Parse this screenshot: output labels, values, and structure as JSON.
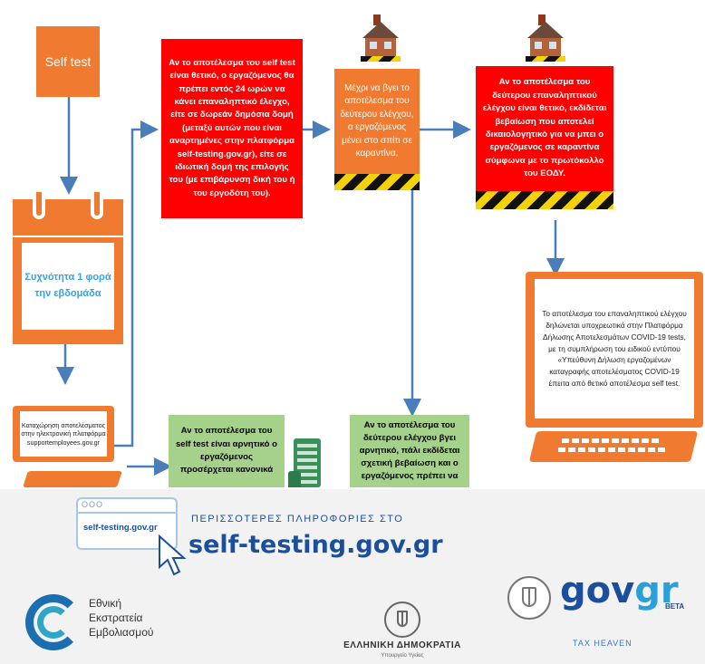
{
  "flow": {
    "self_test": "Self test",
    "frequency": "Συχνότητα 1 φορά την εβδομάδα",
    "registration": "Καταχώρηση αποτελέσματος στην ηλεκτρονική πλατφόρμα supportemployees.gov.gr",
    "positive_first": "Αν το αποτέλεσμα του self test είναι θετικό, ο εργαζόμενος θα πρέπει εντός 24 ωρών να κάνει επαναληπτικό έλεγχο, είτε σε δωρεάν δημόσια δομή (μεταξύ αυτών που είναι αναρτημένες στην πλατφόρμα self-testing.gov.gr), είτε σε ιδιωτική δομή της επιλογής του (με επιβάρυνση δική του ή του εργοδότη του).",
    "quarantine_wait": "Μέχρι να βγει το αποτέλεσμα του δεύτερου ελέγχου, ο εργαζόμενος μένει στο σπίτι σε καραντίνα.",
    "positive_second": "Αν το αποτέλεσμα του δεύτερου επαναληπτικού ελέγχου είναι θετικό, εκδίδεται βεβαίωση που αποτελεί δικαιολογητικό για να μπει ο εργαζόμενος σε καραντίνα σύμφωνα με το πρωτόκολλο του ΕΟΔΥ.",
    "declaration": "Το αποτέλεσμα του επαναληπτικού ελέγχου δηλώνεται υποχρεωτικά στην Πλατφόρμα Δήλωσης Αποτελεσμάτων COVID-19 tests, με τη συμπλήρωση του ειδικού εντύπου «Υπεύθυνη Δήλωση εργαζομένων καταγραφής αποτελέσματος COVID-19 έπειτα από θετικό αποτέλεσμα self test.",
    "negative_first": "Αν το αποτέλεσμα του self test είναι αρνητικό ο εργαζόμενος προσέρχεται κανονικά",
    "negative_second": "Αν το αποτέλεσμα του δεύτερου ελέγχου βγει αρνητικό, πάλι εκδίδεται σχετική βεβαίωση και ο εργαζόμενος πρέπει να"
  },
  "footer": {
    "browser_dots": "OOO",
    "browser_url": "self-testing.gov.gr",
    "more_info": "ΠΕΡΙΣΣΟΤΕΡΕΣ ΠΛΗΡΟΦΟΡΙΕΣ ΣΤΟ",
    "site": "self-testing.gov.gr",
    "campaign_line1": "Εθνική",
    "campaign_line2": "Εκστρατεία",
    "campaign_line3": "Εμβολιασμού",
    "republic": "ΕΛΛΗΝΙΚΗ ΔΗΜΟΚΡΑΤΙΑ",
    "ministry": "Υπουργείο Υγείας",
    "govgr_gov": "gov",
    "govgr_gr": "gr",
    "govgr_beta": "BETA",
    "taxheaven": "TAX HEAVEN"
  },
  "colors": {
    "orange": "#f07a30",
    "red": "#ff0000",
    "green": "#a6d18a",
    "arrow_blue": "#4a7ebb",
    "brand_blue": "#1b4f9c"
  }
}
